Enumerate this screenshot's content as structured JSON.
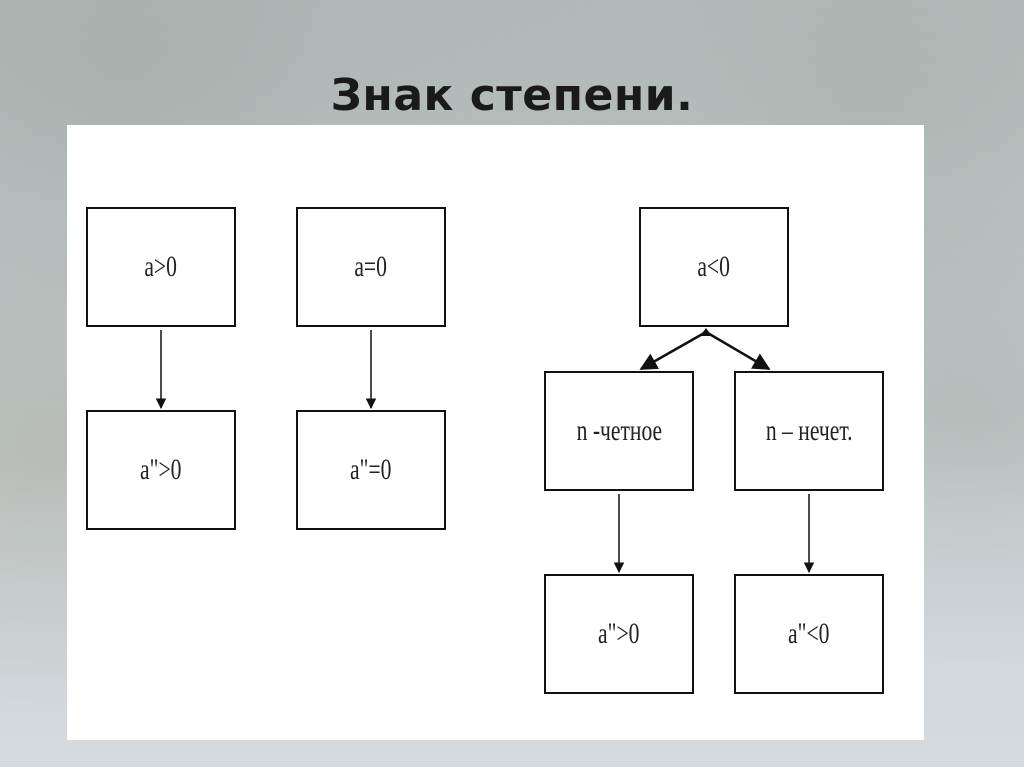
{
  "slide": {
    "title": "Знак степени."
  },
  "diagram": {
    "boxes": {
      "a_pos": "a>0",
      "a_pos_result": "a\">0",
      "a_zero": "a=0",
      "a_zero_result": "a\"=0",
      "a_neg": "a<0",
      "n_even": "n -четное",
      "n_odd": "n – нечет.",
      "even_result": "a\">0",
      "odd_result": "a\"<0"
    }
  }
}
